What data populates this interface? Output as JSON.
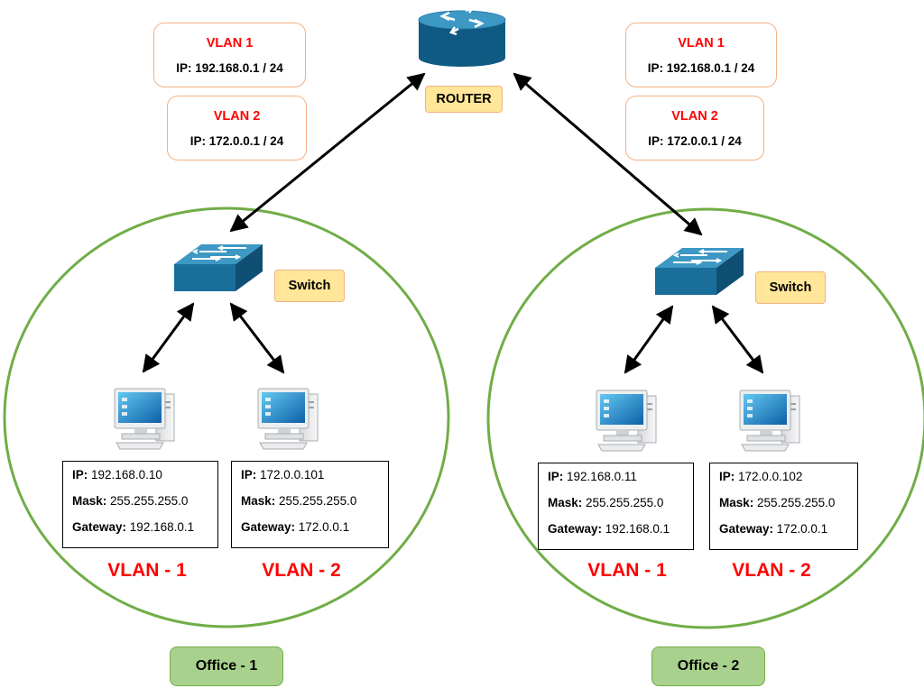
{
  "router": {
    "label": "ROUTER",
    "icon": "router-icon"
  },
  "offices": [
    {
      "label": "Office - 1",
      "switch_label": "Switch",
      "router_vlans": [
        {
          "name": "VLAN 1",
          "ip_label": "IP:",
          "ip": "192.168.0.1 / 24"
        },
        {
          "name": "VLAN 2",
          "ip_label": "IP:",
          "ip": "172.0.0.1 / 24"
        }
      ],
      "hosts": [
        {
          "ip_label": "IP:",
          "ip": "192.168.0.10",
          "mask_label": "Mask:",
          "mask": "255.255.255.0",
          "gateway_label": "Gateway:",
          "gateway": "192.168.0.1",
          "vlan": "VLAN - 1"
        },
        {
          "ip_label": "IP:",
          "ip": "172.0.0.101",
          "mask_label": "Mask:",
          "mask": "255.255.255.0",
          "gateway_label": "Gateway:",
          "gateway": "172.0.0.1",
          "vlan": "VLAN - 2"
        }
      ]
    },
    {
      "label": "Office - 2",
      "switch_label": "Switch",
      "router_vlans": [
        {
          "name": "VLAN 1",
          "ip_label": "IP:",
          "ip": "192.168.0.1 / 24"
        },
        {
          "name": "VLAN 2",
          "ip_label": "IP:",
          "ip": "172.0.0.1 / 24"
        }
      ],
      "hosts": [
        {
          "ip_label": "IP:",
          "ip": "192.168.0.11",
          "mask_label": "Mask:",
          "mask": "255.255.255.0",
          "gateway_label": "Gateway:",
          "gateway": "192.168.0.1",
          "vlan": "VLAN - 1"
        },
        {
          "ip_label": "IP:",
          "ip": "172.0.0.102",
          "mask_label": "Mask:",
          "mask": "255.255.255.0",
          "gateway_label": "Gateway:",
          "gateway": "172.0.0.1",
          "vlan": "VLAN - 2"
        }
      ]
    }
  ],
  "colors": {
    "office_circle": "#70ad47",
    "vlan_text": "#ff0000",
    "vlan_card_border": "#f4b183",
    "device_blue": "#1f6f99",
    "label_fill": "#ffe699",
    "office_label_fill": "#a9d18e"
  }
}
